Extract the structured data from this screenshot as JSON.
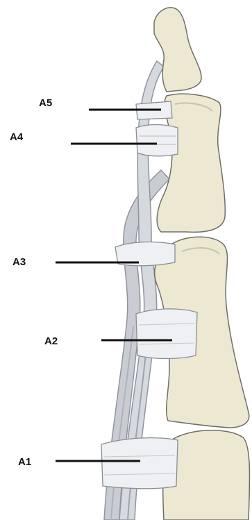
{
  "colors": {
    "background": "#ffffff",
    "bone_fill": "#ece8d2",
    "bone_shade": "#d9d3b6",
    "bone_outline": "#6f6f68",
    "tendon_fill": "#c9ccd2",
    "tendon_dark": "#9ea3ad",
    "pulley_fill": "#eff0f3",
    "pulley_outline": "#8a8d94",
    "leader_line": "#111111"
  },
  "pulleys": [
    {
      "id": "a5",
      "label": "A5"
    },
    {
      "id": "a4",
      "label": "A4"
    },
    {
      "id": "a3",
      "label": "A3"
    },
    {
      "id": "a2",
      "label": "A2"
    },
    {
      "id": "a1",
      "label": "A1"
    }
  ]
}
